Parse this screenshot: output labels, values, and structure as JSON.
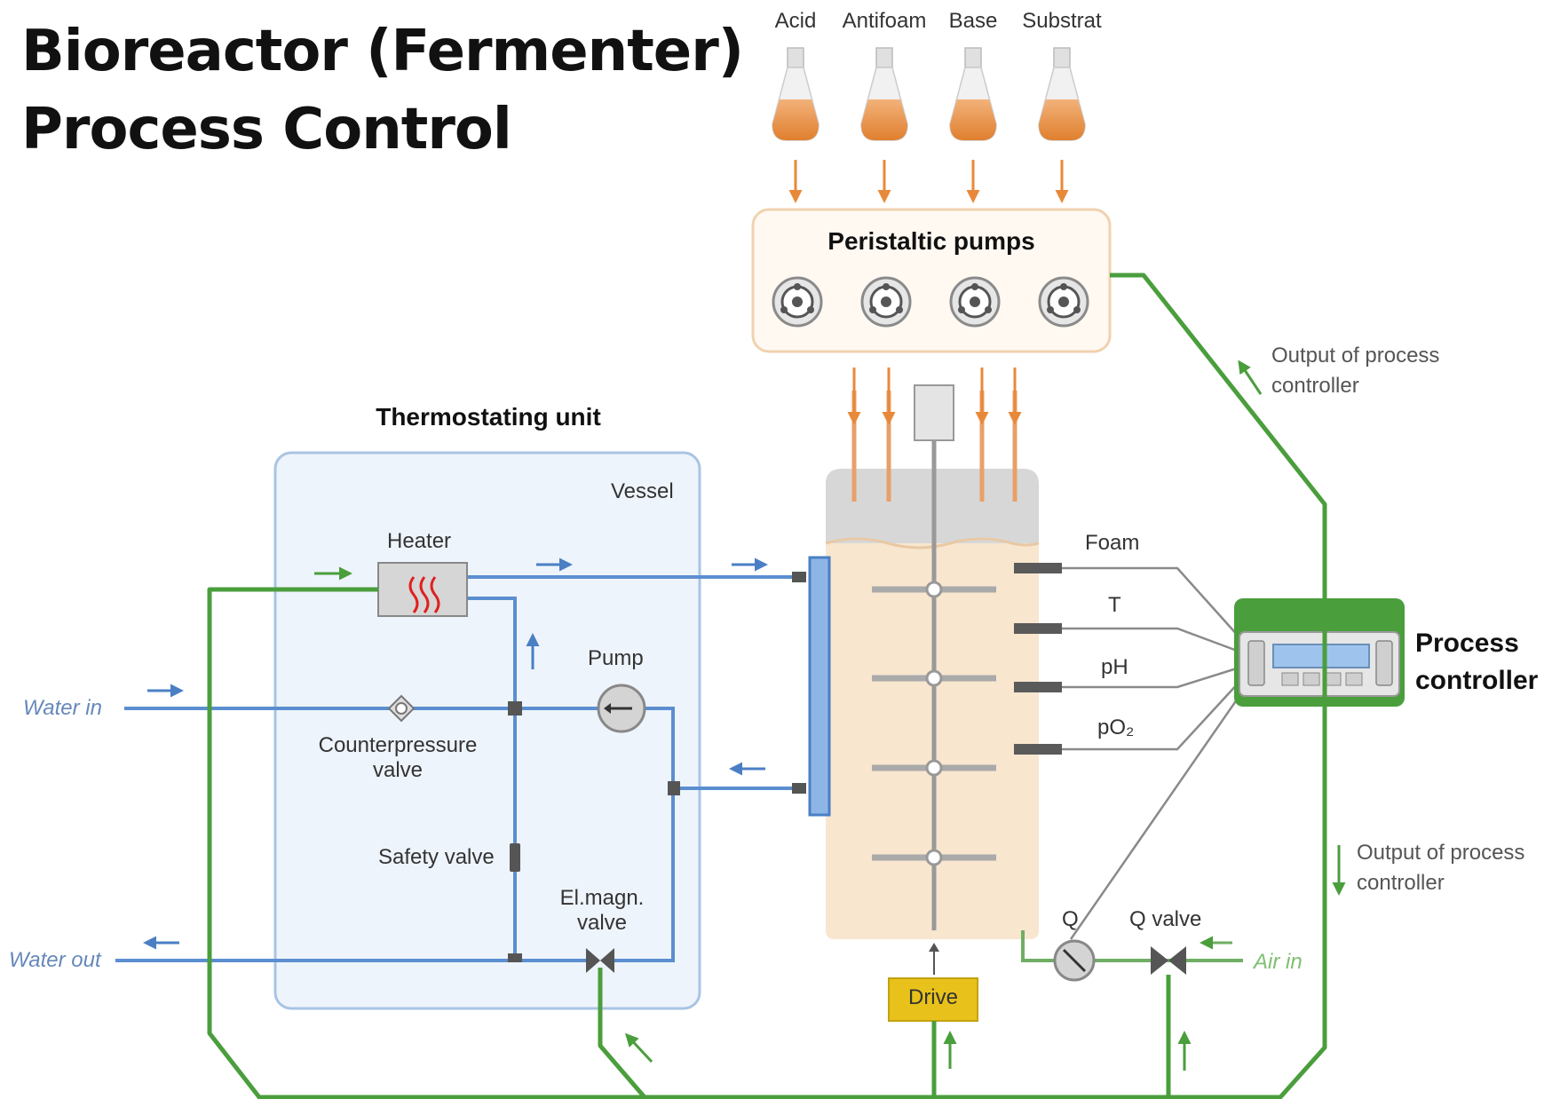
{
  "title": {
    "line1": "Bioreactor (Fermenter)",
    "line2": "Process Control"
  },
  "flasks": [
    {
      "label": "Acid"
    },
    {
      "label": "Antifoam"
    },
    {
      "label": "Base"
    },
    {
      "label": "Substrat"
    }
  ],
  "pumps_box": {
    "title": "Peristaltic pumps"
  },
  "thermo": {
    "title": "Thermostating unit",
    "vessel_label": "Vessel"
  },
  "components": {
    "heater": "Heater",
    "pump": "Pump",
    "counterpressure_line1": "Counterpressure",
    "counterpressure_line2": "valve",
    "safety_valve": "Safety valve",
    "elmagn_line1": "El.magn.",
    "elmagn_line2": "valve",
    "water_in": "Water in",
    "water_out": "Water out",
    "drive": "Drive",
    "q": "Q",
    "q_valve": "Q valve",
    "air_in": "Air in"
  },
  "sensors": [
    {
      "label": "Foam"
    },
    {
      "label": "T"
    },
    {
      "label": "pH"
    },
    {
      "label": "pO₂"
    }
  ],
  "controller": {
    "line1": "Process",
    "line2": "controller"
  },
  "outputs": {
    "top_line1": "Output of process",
    "top_line2": "controller",
    "bottom_line1": "Output of process",
    "bottom_line2": "controller"
  },
  "colors": {
    "water": "#5b8ed0",
    "control": "#4a9e3c",
    "liquid": "#e89a4e",
    "arrow_orange": "#e8893a",
    "vessel_fill": "#f8e6cf",
    "thermo_fill": "#eef4fb",
    "drive": "#e8c21a"
  }
}
